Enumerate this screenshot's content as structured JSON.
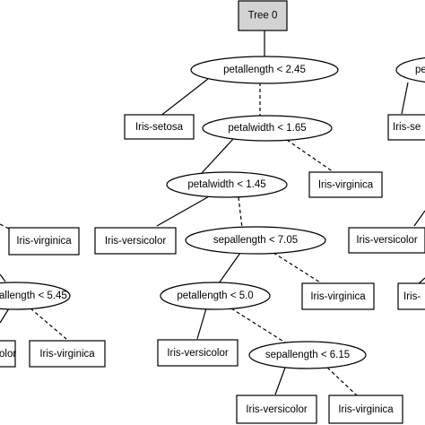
{
  "diagram": {
    "nodes": [
      {
        "id": "root",
        "label": "Tree 0",
        "kind": "root"
      },
      {
        "id": "n1",
        "label": "petallength < 2.45",
        "kind": "split"
      },
      {
        "id": "n2",
        "label": "Iris-setosa",
        "kind": "leaf"
      },
      {
        "id": "n3",
        "label": "petalwidth < 1.65",
        "kind": "split"
      },
      {
        "id": "n4",
        "label": "petalwidth < 1.45",
        "kind": "split"
      },
      {
        "id": "n5",
        "label": "Iris-virginica",
        "kind": "leaf"
      },
      {
        "id": "n6",
        "label": "Iris-versicolor",
        "kind": "leaf"
      },
      {
        "id": "n7",
        "label": "sepallength < 7.05",
        "kind": "split"
      },
      {
        "id": "n8",
        "label": "petallength < 5.0",
        "kind": "split"
      },
      {
        "id": "n9",
        "label": "Iris-virginica",
        "kind": "leaf"
      },
      {
        "id": "n10",
        "label": "Iris-versicolor",
        "kind": "leaf"
      },
      {
        "id": "n11",
        "label": "sepallength < 6.15",
        "kind": "split"
      },
      {
        "id": "n12",
        "label": "Iris-versicolor",
        "kind": "leaf"
      },
      {
        "id": "n13",
        "label": "Iris-virginica",
        "kind": "leaf"
      },
      {
        "id": "l1",
        "label": "Iris-virginica",
        "kind": "leaf"
      },
      {
        "id": "l2",
        "label": "allength < 5.45",
        "kind": "split"
      },
      {
        "id": "l3",
        "label": "olor",
        "kind": "leaf"
      },
      {
        "id": "l4",
        "label": "Iris-virginica",
        "kind": "leaf"
      },
      {
        "id": "r1",
        "label": "pe",
        "kind": "split"
      },
      {
        "id": "r2",
        "label": "Iris-se",
        "kind": "leaf"
      },
      {
        "id": "r3",
        "label": "Iris-versicolor",
        "kind": "leaf"
      },
      {
        "id": "r4",
        "label": "Iris-",
        "kind": "leaf"
      }
    ],
    "edges": [
      {
        "from": "root",
        "to": "n1",
        "style": "solid"
      },
      {
        "from": "n1",
        "to": "n2",
        "style": "solid"
      },
      {
        "from": "n1",
        "to": "n3",
        "style": "dashed"
      },
      {
        "from": "n3",
        "to": "n4",
        "style": "solid"
      },
      {
        "from": "n3",
        "to": "n5",
        "style": "dashed"
      },
      {
        "from": "n4",
        "to": "n6",
        "style": "solid"
      },
      {
        "from": "n4",
        "to": "n7",
        "style": "dashed"
      },
      {
        "from": "n7",
        "to": "n8",
        "style": "solid"
      },
      {
        "from": "n7",
        "to": "n9",
        "style": "dashed"
      },
      {
        "from": "n8",
        "to": "n10",
        "style": "solid"
      },
      {
        "from": "n8",
        "to": "n11",
        "style": "dashed"
      },
      {
        "from": "n11",
        "to": "n12",
        "style": "solid"
      },
      {
        "from": "n11",
        "to": "n13",
        "style": "dashed"
      },
      {
        "from": "l2",
        "to": "l3",
        "style": "solid"
      },
      {
        "from": "l2",
        "to": "l4",
        "style": "dashed"
      }
    ]
  }
}
